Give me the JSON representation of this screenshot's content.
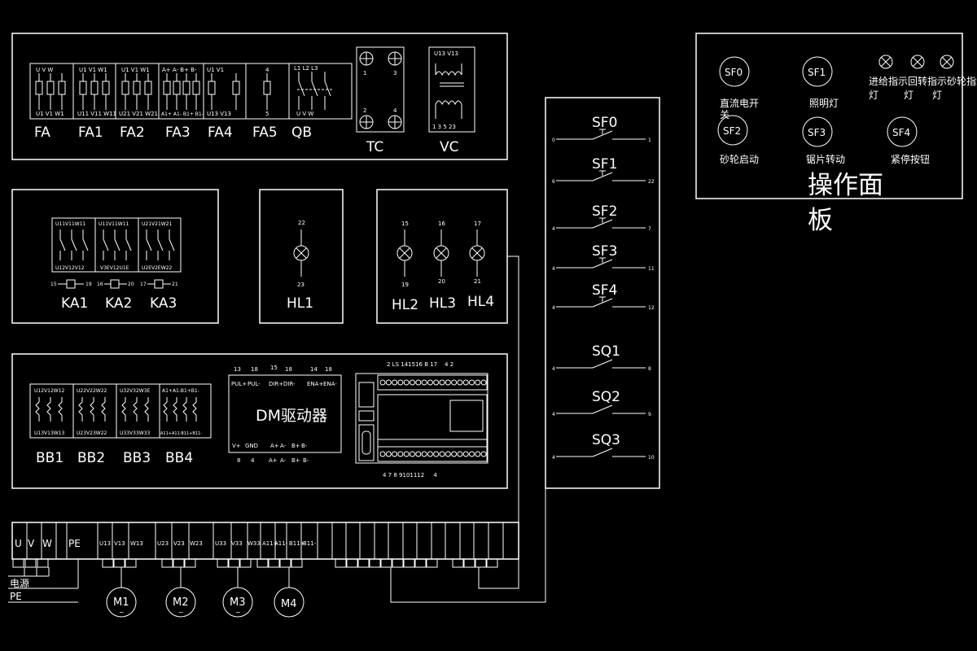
{
  "theme": {
    "background": "#000000",
    "line": "#ffffff"
  },
  "top_panel": {
    "fuses": [
      {
        "label": "FA",
        "top": [
          "U",
          "V",
          "W"
        ],
        "bottom": [
          "U1",
          "V1",
          "W1"
        ]
      },
      {
        "label": "FA1",
        "top": [
          "U1",
          "V1",
          "W1"
        ],
        "bottom": [
          "U11",
          "V11",
          "W11"
        ]
      },
      {
        "label": "FA2",
        "top": [
          "U1",
          "V1",
          "W1"
        ],
        "bottom": [
          "U21",
          "V21",
          "W21"
        ]
      },
      {
        "label": "FA3",
        "top": [
          "A+",
          "A-",
          "B+",
          "B-"
        ],
        "bottom": [
          "A1+",
          "A1-",
          "B1+",
          "B1-"
        ]
      },
      {
        "label": "FA4",
        "top": [
          "U1",
          "V1"
        ],
        "bottom": [
          "U13",
          "V13"
        ]
      },
      {
        "label": "FA5",
        "top": [
          "4"
        ],
        "bottom": [
          "5"
        ]
      }
    ],
    "qb": {
      "label": "QB",
      "top": [
        "L1",
        "L2",
        "L3"
      ],
      "bottom": [
        "U",
        "V",
        "W"
      ]
    },
    "tc": {
      "label": "TC",
      "terminals": [
        "1",
        "3",
        "2",
        "4"
      ]
    },
    "vc": {
      "label": "VC",
      "top": [
        "U13",
        "V13"
      ],
      "bottom": [
        "1",
        "3",
        "5",
        "23"
      ]
    }
  },
  "relay_panel": {
    "relays": [
      {
        "label": "KA1",
        "top": "U11V11W11",
        "bottom": "U12V12V12",
        "coil_left": "15",
        "coil_right": "19"
      },
      {
        "label": "KA2",
        "top": "U11V11W11",
        "bottom": "V3EV12U1E",
        "coil_left": "16",
        "coil_right": "20"
      },
      {
        "label": "KA3",
        "top": "U21V21W21",
        "bottom": "U2EV2EW22",
        "coil_left": "17",
        "coil_right": "21"
      }
    ]
  },
  "hl1": {
    "label": "HL1",
    "top": "22",
    "bottom": "23"
  },
  "hl_group": {
    "labels": [
      "HL2",
      "HL3",
      "HL4"
    ],
    "top": [
      "15",
      "16",
      "17"
    ],
    "bottom": [
      "19",
      "20",
      "21"
    ]
  },
  "lower_panel": {
    "bridges": [
      {
        "label": "BB1",
        "top": "U12V12W12",
        "bottom": "U13V13W13"
      },
      {
        "label": "BB2",
        "top": "U22V22W22",
        "bottom": "U23V23W22"
      },
      {
        "label": "BB3",
        "top": "U32V32W3E",
        "bottom": "U33V33W33"
      },
      {
        "label": "BB4",
        "top": "A1+A1-B1+B1-",
        "bottom": "A11+A11-B11+B11-"
      }
    ],
    "driver": {
      "title": "DM驱动器",
      "top_numbers": [
        "13",
        "18",
        "15",
        "18",
        "14",
        "18"
      ],
      "top_pins": [
        "PUL+",
        "PUL-",
        "DIR+",
        "DIR-",
        "ENA+",
        "ENA-"
      ],
      "bottom_pins": [
        "V+",
        "GND",
        "A+",
        "A-",
        "B+",
        "B-"
      ],
      "bottom_numbers": [
        "8",
        "4",
        "A+",
        "A-",
        "B+",
        "B-"
      ]
    },
    "plc": {
      "top_numbers": "2 LS 141516 B 17    4 2",
      "bottom_numbers": "4 7 8 9101112     4"
    }
  },
  "switch_column": {
    "switches": [
      {
        "label": "SF0",
        "left": "0",
        "right": "1"
      },
      {
        "label": "SF1",
        "left": "6",
        "right": "22"
      },
      {
        "label": "SF2",
        "left": "4",
        "right": "7"
      },
      {
        "label": "SF3",
        "left": "4",
        "right": "11"
      },
      {
        "label": "SF4",
        "left": "4",
        "right": "12"
      },
      {
        "label": "SQ1",
        "left": "4",
        "right": "8"
      },
      {
        "label": "SQ2",
        "left": "4",
        "right": "9"
      },
      {
        "label": "SQ3",
        "left": "4",
        "right": "10"
      }
    ]
  },
  "operation_panel": {
    "title_line1": "操作面",
    "title_line2": "板",
    "buttons": [
      {
        "code": "SF0",
        "caption": "直流电开",
        "caption2": "关"
      },
      {
        "code": "SF1",
        "caption": "照明灯",
        "caption2": ""
      },
      {
        "code": "SF2",
        "caption": "砂轮启动",
        "caption2": ""
      },
      {
        "code": "SF3",
        "caption": "锯片转动",
        "caption2": ""
      },
      {
        "code": "SF4",
        "caption": "紧停按钮",
        "caption2": ""
      }
    ],
    "indicators_caption": "进给指示回转指示砂轮指示",
    "indicators_caption2": [
      "灯",
      "灯",
      "灯"
    ]
  },
  "terminal_strip": {
    "labels": [
      "U",
      "V",
      "W",
      "PE",
      "U13",
      "V13",
      "W13",
      "U23",
      "V23",
      "W23",
      "U33",
      "V33",
      "W33",
      "A11+",
      "A11-",
      "B11+",
      "B11-"
    ],
    "power": "电源",
    "pe": "PE",
    "motors": [
      "M1",
      "M2",
      "M3",
      "M4"
    ],
    "motor_symbol": "~"
  }
}
